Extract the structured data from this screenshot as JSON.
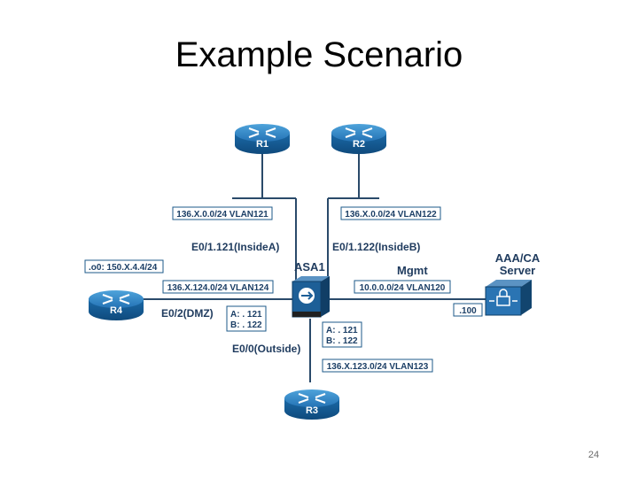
{
  "slide": {
    "title": "Example Scenario",
    "page_number": "24"
  },
  "devices": {
    "r1": "R1",
    "r2": "R2",
    "r3": "R3",
    "r4": "R4",
    "asa": "ASA1",
    "server_line1": "AAA/CA",
    "server_line2": "Server"
  },
  "subnets": {
    "vlan121": "136.X.0.0/24 VLAN121",
    "vlan122": "136.X.0.0/24 VLAN122",
    "vlan124": "136.X.124.0/24 VLAN124",
    "vlan120": "10.0.0.0/24 VLAN120",
    "vlan123": "136.X.123.0/24 VLAN123",
    "loopback": ".o0: 150.X.4.4/24",
    "server_host": ".100"
  },
  "interfaces": {
    "inside_a": "E0/1.121(InsideA)",
    "inside_b": "E0/1.122(InsideB)",
    "dmz": "E0/2(DMZ)",
    "outside": "E0/0(Outside)",
    "mgmt": "Mgmt"
  },
  "addresses": {
    "dmz_a": "A: . 121",
    "dmz_b": "B: . 122",
    "out_a": "A: . 121",
    "out_b": "B: . 122"
  },
  "colors": {
    "router_top": "#2f87c8",
    "router_side": "#17578f",
    "box_border": "#1c5a8a",
    "text_dark": "#1f3b5e"
  }
}
